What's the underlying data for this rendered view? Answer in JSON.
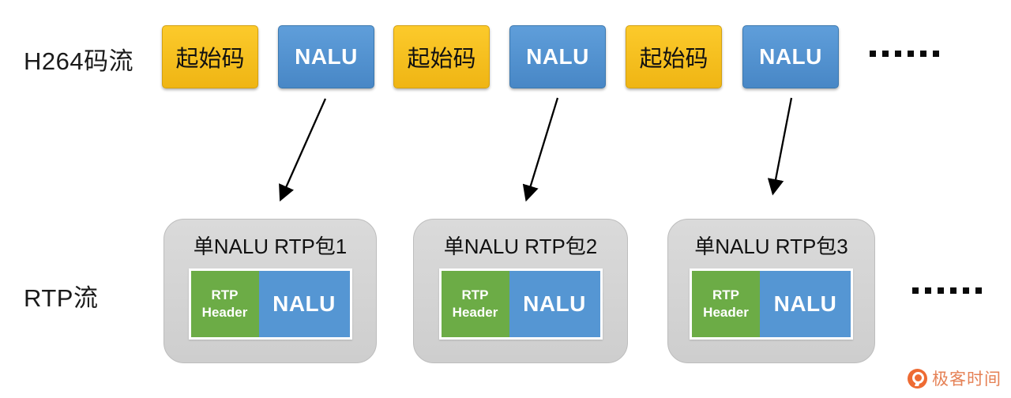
{
  "h264_row": {
    "label": "H264码流",
    "boxes": [
      {
        "kind": "start-code",
        "label": "起始码"
      },
      {
        "kind": "nalu",
        "label": "NALU"
      },
      {
        "kind": "start-code",
        "label": "起始码"
      },
      {
        "kind": "nalu",
        "label": "NALU"
      },
      {
        "kind": "start-code",
        "label": "起始码"
      },
      {
        "kind": "nalu",
        "label": "NALU"
      }
    ],
    "ellipsis": "......"
  },
  "rtp_row": {
    "label": "RTP流",
    "packets": [
      {
        "title": "单NALU RTP包1",
        "header_label": "RTP Header",
        "payload_label": "NALU"
      },
      {
        "title": "单NALU RTP包2",
        "header_label": "RTP Header",
        "payload_label": "NALU"
      },
      {
        "title": "单NALU RTP包3",
        "header_label": "RTP Header",
        "payload_label": "NALU"
      }
    ],
    "ellipsis": "......"
  },
  "watermark": {
    "brand": "极客时间"
  },
  "colors": {
    "start_code_fill": "#f6bd1f",
    "nalu_fill": "#5494d2",
    "rtp_header_fill": "#6cac46",
    "packet_container_fill": "#d3d3d3",
    "brand_orange": "#ee6b33",
    "arrow": "#000000"
  }
}
